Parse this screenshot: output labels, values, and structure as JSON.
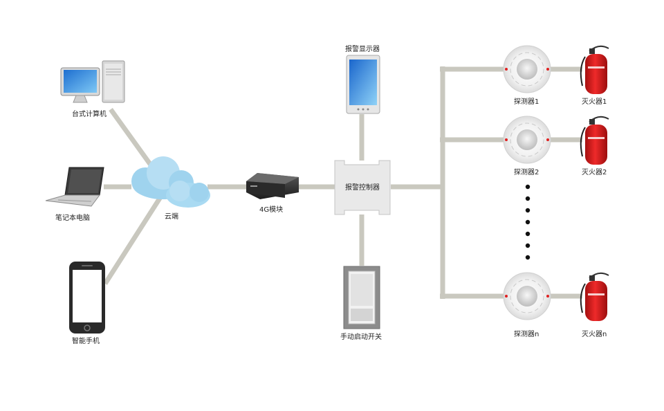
{
  "labels": {
    "desktop": "台式计算机",
    "laptop": "笔记本电脑",
    "phone": "智能手机",
    "cloud": "云端",
    "module4g": "4G模块",
    "display": "报警显示器",
    "controller": "报警控制器",
    "switch": "手动启动开关",
    "detector1": "探测器1",
    "detector2": "探测器2",
    "detectorN": "探测器n",
    "extinguisher1": "灭火器1",
    "extinguisher2": "灭火器2",
    "extinguisherN": "灭火器n"
  },
  "colors": {
    "connector": "#c9c8bf",
    "cloud": "#9fd3ee",
    "extinguisher": "#d81f1f",
    "controller": "#e9e9e9"
  },
  "icons": {
    "desktop": "desktop-computer-icon",
    "laptop": "laptop-icon",
    "phone": "smartphone-icon",
    "cloud": "cloud-icon",
    "module4g": "router-box-icon",
    "display": "tablet-display-icon",
    "switch": "manual-switch-icon",
    "detector": "smoke-detector-icon",
    "extinguisher": "fire-extinguisher-icon"
  }
}
